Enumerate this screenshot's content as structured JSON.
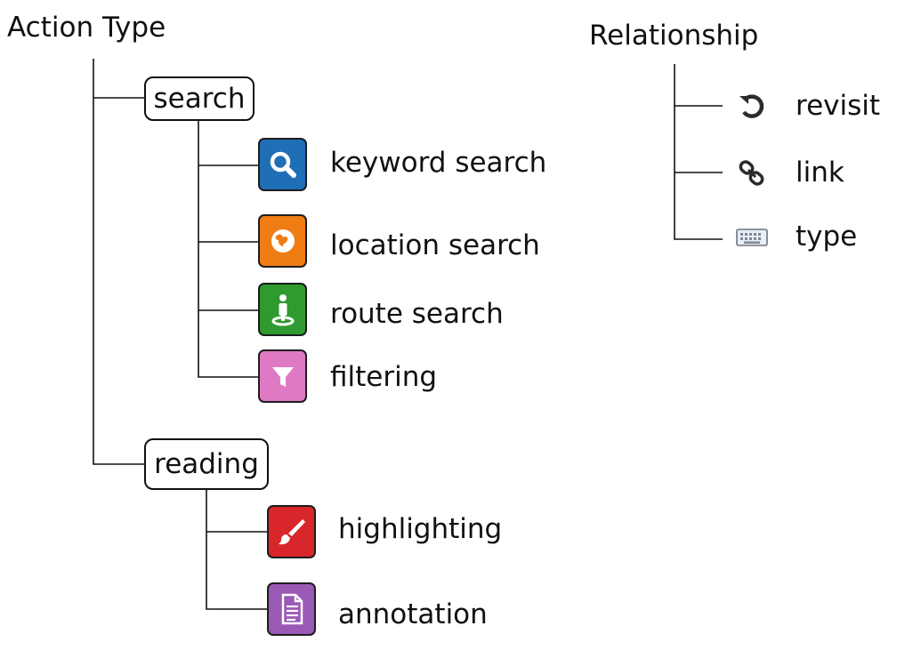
{
  "action_type": {
    "title": "Action Type",
    "categories": [
      {
        "label": "search",
        "children": [
          {
            "label": "keyword search",
            "icon": "magnifier-icon",
            "color": "#1f6fb6"
          },
          {
            "label": "location search",
            "icon": "globe-icon",
            "color": "#f07d14"
          },
          {
            "label": "route search",
            "icon": "person-pin-icon",
            "color": "#2f9a2f"
          },
          {
            "label": "filtering",
            "icon": "funnel-icon",
            "color": "#e079c3"
          }
        ]
      },
      {
        "label": "reading",
        "children": [
          {
            "label": "highlighting",
            "icon": "brush-icon",
            "color": "#d9262b"
          },
          {
            "label": "annotation",
            "icon": "document-icon",
            "color": "#9b59b6"
          }
        ]
      }
    ]
  },
  "relationship": {
    "title": "Relationship",
    "items": [
      {
        "label": "revisit",
        "icon": "revisit-arrow-icon"
      },
      {
        "label": "link",
        "icon": "chain-link-icon"
      },
      {
        "label": "type",
        "icon": "keyboard-icon"
      }
    ]
  }
}
